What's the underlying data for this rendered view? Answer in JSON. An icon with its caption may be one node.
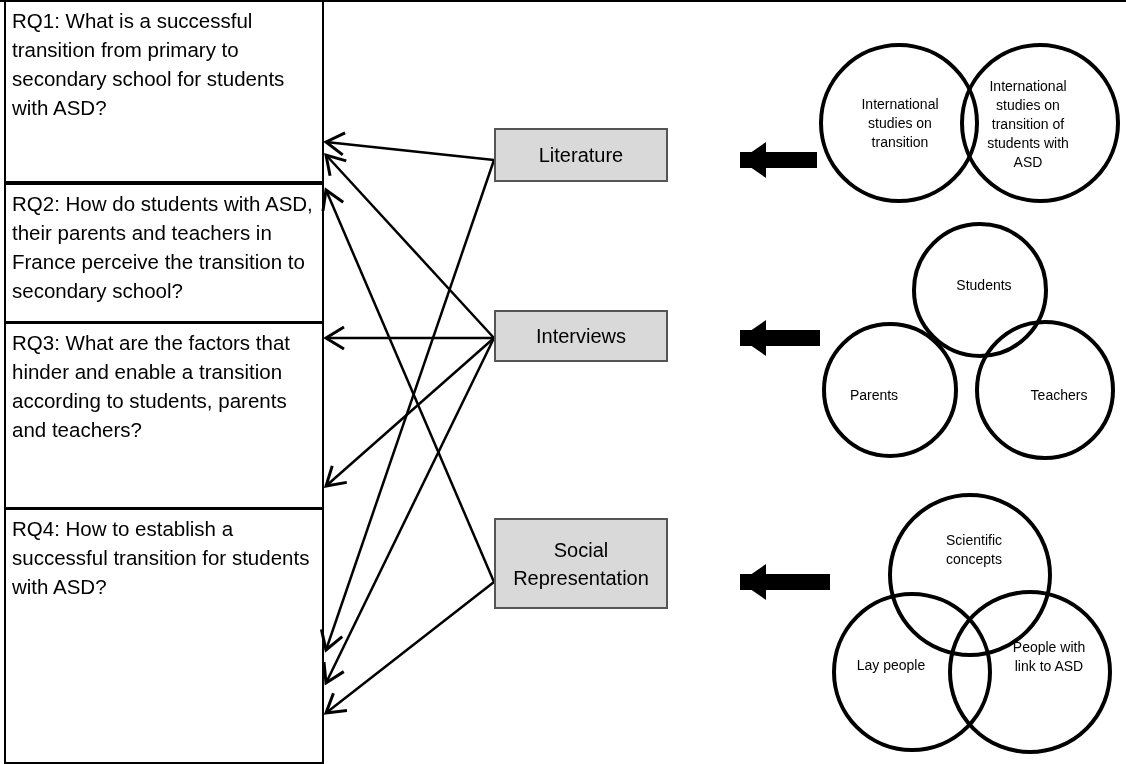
{
  "diagram": {
    "nodes": [
      {
        "text": [
          "RQ1: What is a successful transition from primary to secondary school for students with ASD?"
        ]
      },
      {
        "text": [
          "RQ2: How do students with ASD, their parents and teachers in France perceive the transition to secondary school?"
        ]
      },
      {
        "text": [
          "RQ3: What are the factors that hinder and enable a transition according to students, parents and teachers?"
        ]
      },
      {
        "text": [
          "RQ4: How to establish a successful transition for students with ASD?"
        ]
      },
      {
        "text": [
          "Literature"
        ]
      },
      {
        "text": [
          "Interviews"
        ]
      },
      {
        "text": [
          "Social Representation"
        ]
      },
      {
        "text": [
          "International studies on transition"
        ]
      },
      {
        "text": [
          "International studies on transition of students with ASD"
        ]
      },
      {
        "text": [
          "Students"
        ]
      },
      {
        "text": [
          "Parents"
        ]
      },
      {
        "text": [
          "Teachers"
        ]
      },
      {
        "text": [
          "Scientific concepts"
        ]
      },
      {
        "text": [
          "Lay people"
        ]
      },
      {
        "text": [
          "People with link to ASD"
        ]
      }
    ],
    "edges": [
      {
        "from": 4,
        "to": 0,
        "arrow": "to"
      },
      {
        "from": 4,
        "to": 3,
        "arrow": "to"
      },
      {
        "from": 5,
        "to": 0,
        "arrow": "to"
      },
      {
        "from": 5,
        "to": 1,
        "arrow": "to"
      },
      {
        "from": 5,
        "to": 2,
        "arrow": "to"
      },
      {
        "from": 5,
        "to": 3,
        "arrow": "to"
      },
      {
        "from": 6,
        "to": 0,
        "arrow": "to"
      },
      {
        "from": 6,
        "to": 3,
        "arrow": "to"
      },
      {
        "from": 7,
        "to": 4,
        "arrow": "to",
        "style": "thick"
      },
      {
        "from": 10,
        "to": 5,
        "arrow": "to",
        "style": "thick"
      },
      {
        "from": 13,
        "to": 6,
        "arrow": "to",
        "style": "thick"
      }
    ]
  }
}
